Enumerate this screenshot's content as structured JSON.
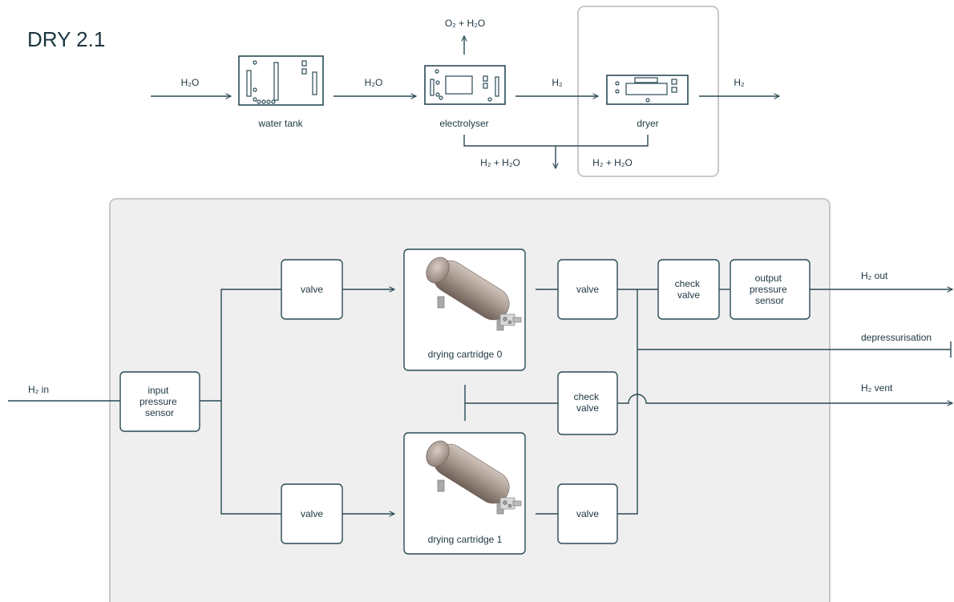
{
  "title": "DRY 2.1",
  "colors": {
    "line": "#2a4a55",
    "text": "#1d3540",
    "panel_fill": "#efefef",
    "panel_border": "#c8c8c8",
    "highlight_border": "#c8c8c8",
    "cartridge_body": "#9a8a80"
  },
  "process": {
    "water_tank": "water tank",
    "electrolyser": "electrolyser",
    "dryer": "dryer",
    "input_stream": "H₂O",
    "tank_to_electrolyser": "H₂O",
    "oxygen_out": "O₂ + H₂O",
    "electrolyser_to_dryer": "H₂",
    "dryer_out": "H₂",
    "bypass_left": "H₂ + H₂O",
    "bypass_right": "H₂ + H₂O"
  },
  "detail": {
    "h2_in": "H₂ in",
    "input_sensor": [
      "input",
      "pressure",
      "sensor"
    ],
    "valve_top_in": "valve",
    "valve_bottom_in": "valve",
    "cartridge_0": "drying cartridge 0",
    "cartridge_1": "drying cartridge 1",
    "valve_top_out": "valve",
    "valve_bottom_out": "valve",
    "check_valve_top": [
      "check",
      "valve"
    ],
    "output_sensor": [
      "output",
      "pressure",
      "sensor"
    ],
    "check_valve_mid": [
      "check",
      "valve"
    ],
    "h2_out": "H₂ out",
    "depressurisation": "depressurisation",
    "h2_vent": "H₂ vent"
  }
}
